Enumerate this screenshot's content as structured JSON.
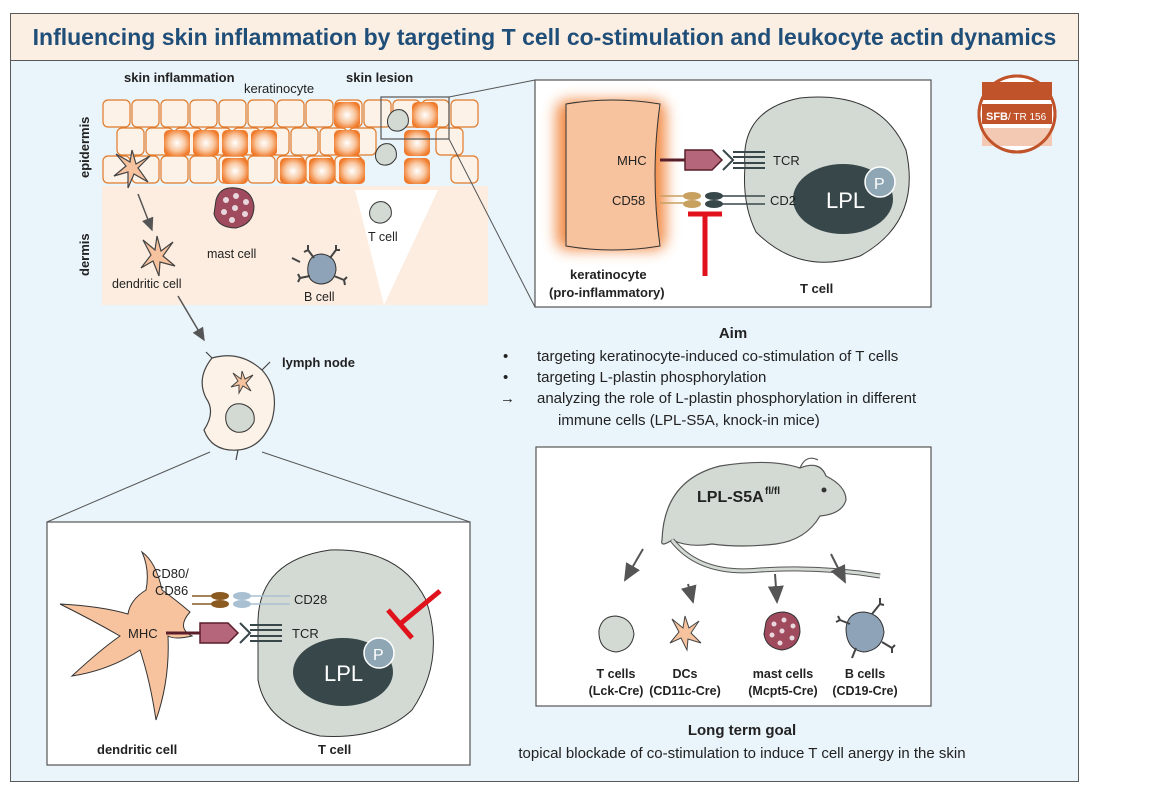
{
  "title": "Influencing skin inflammation by targeting T cell co-stimulation and leukocyte actin dynamics",
  "logo": {
    "sfb": "SFB",
    "tr": "/ TR 156"
  },
  "skin": {
    "inflammation": "skin inflammation",
    "keratinocyte": "keratinocyte",
    "lesion": "skin lesion",
    "epidermis": "epidermis",
    "dermis": "dermis",
    "dendritic_cell": "dendritic cell",
    "mast_cell": "mast cell",
    "b_cell": "B cell",
    "t_cell": "T cell"
  },
  "lymph_node": "lymph node",
  "kera_panel": {
    "mhc": "MHC",
    "tcr": "TCR",
    "cd58": "CD58",
    "cd2": "CD2",
    "lpl": "LPL",
    "p": "P",
    "kera_label_1": "keratinocyte",
    "kera_label_2": "(pro-inflammatory)",
    "tcell": "T cell"
  },
  "dc_panel": {
    "cd80": "CD80/",
    "cd86": "CD86",
    "cd28": "CD28",
    "mhc": "MHC",
    "tcr": "TCR",
    "lpl": "LPL",
    "p": "P",
    "dc_label": "dendritic cell",
    "tcell": "T cell"
  },
  "aim": {
    "heading": "Aim",
    "items": [
      {
        "bullet": "•",
        "text": "targeting keratinocyte-induced co-stimulation of T cells"
      },
      {
        "bullet": "•",
        "text": "targeting L-plastin phosphorylation"
      },
      {
        "bullet": "→",
        "text": "analyzing the role of L-plastin phosphorylation in different"
      }
    ],
    "continuation": "immune cells (LPL-S5A, knock-in mice)"
  },
  "mouse_panel": {
    "mouse_label": "LPL-S5A",
    "mouse_sup": "fl/fl",
    "cells": [
      {
        "name": "T cells",
        "cre": "(Lck-Cre)"
      },
      {
        "name": "DCs",
        "cre": "(CD11c-Cre)"
      },
      {
        "name": "mast cells",
        "cre": "(Mcpt5-Cre)"
      },
      {
        "name": "B cells",
        "cre": "(CD19-Cre)"
      }
    ]
  },
  "goal": {
    "heading": "Long term goal",
    "text": "topical blockade of co-stimulation to induce T cell anergy in the skin"
  },
  "colors": {
    "title": "#1f4e79",
    "skin_cell": "#fdf2e7",
    "skin_border": "#e07a2a",
    "inflamed": "#f08a3c",
    "keratinocyte": "#f7c39e",
    "tcell": "#d3dad3",
    "lpl": "#37474a",
    "p_circle": "#8fa6b5",
    "mast": "#a04a5e",
    "bcell": "#8ea3b8",
    "inhibit": "#e0121b",
    "mhc": "#b5667a"
  }
}
